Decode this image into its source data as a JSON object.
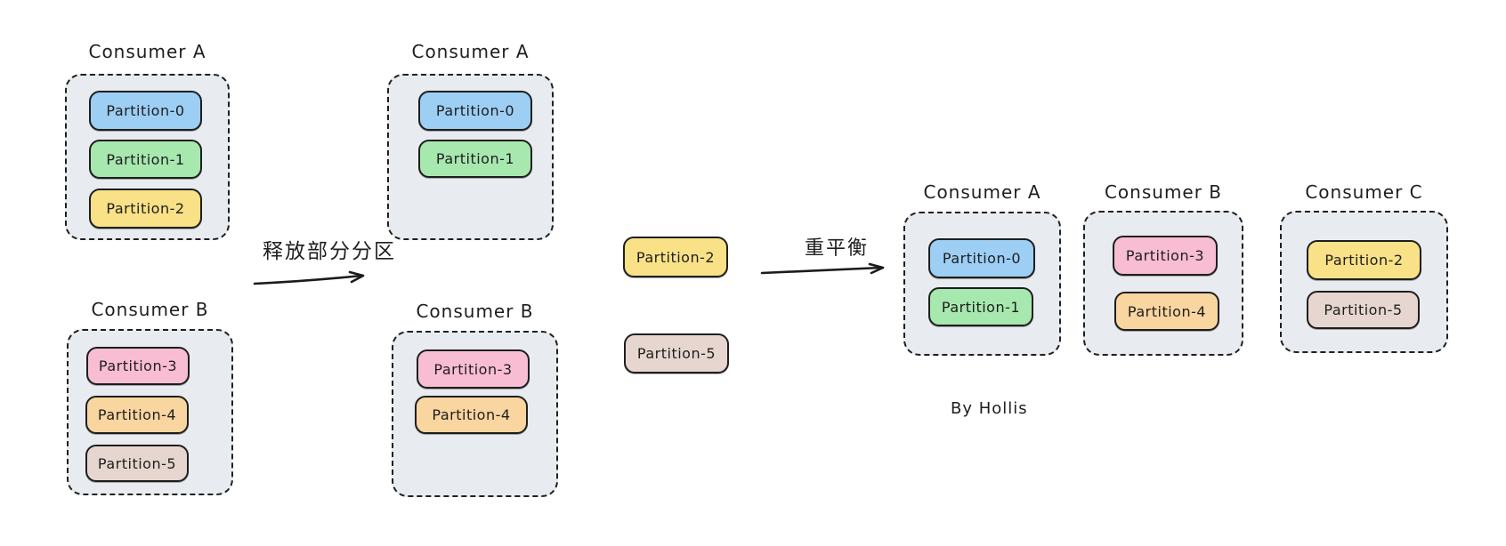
{
  "diagram": {
    "byline": "By Hollis",
    "arrows": {
      "release": {
        "label": "释放部分分区"
      },
      "rebalance": {
        "label": "重平衡"
      }
    },
    "stages": {
      "initial": {
        "consumer_a": {
          "title": "Consumer A",
          "partitions": [
            {
              "label": "Partition-0",
              "color": "blue"
            },
            {
              "label": "Partition-1",
              "color": "green"
            },
            {
              "label": "Partition-2",
              "color": "yellow"
            }
          ]
        },
        "consumer_b": {
          "title": "Consumer B",
          "partitions": [
            {
              "label": "Partition-3",
              "color": "pink"
            },
            {
              "label": "Partition-4",
              "color": "orange"
            },
            {
              "label": "Partition-5",
              "color": "tan"
            }
          ]
        }
      },
      "released": {
        "consumer_a": {
          "title": "Consumer A",
          "partitions": [
            {
              "label": "Partition-0",
              "color": "blue"
            },
            {
              "label": "Partition-1",
              "color": "green"
            }
          ]
        },
        "consumer_b": {
          "title": "Consumer B",
          "partitions": [
            {
              "label": "Partition-3",
              "color": "pink"
            },
            {
              "label": "Partition-4",
              "color": "orange"
            }
          ]
        },
        "unassigned": [
          {
            "label": "Partition-2",
            "color": "yellow"
          },
          {
            "label": "Partition-5",
            "color": "tan"
          }
        ]
      },
      "rebalanced": {
        "consumer_a": {
          "title": "Consumer A",
          "partitions": [
            {
              "label": "Partition-0",
              "color": "blue"
            },
            {
              "label": "Partition-1",
              "color": "green"
            }
          ]
        },
        "consumer_b": {
          "title": "Consumer B",
          "partitions": [
            {
              "label": "Partition-3",
              "color": "pink"
            },
            {
              "label": "Partition-4",
              "color": "orange"
            }
          ]
        },
        "consumer_c": {
          "title": "Consumer C",
          "partitions": [
            {
              "label": "Partition-2",
              "color": "yellow"
            },
            {
              "label": "Partition-5",
              "color": "tan"
            }
          ]
        }
      }
    }
  },
  "colors": {
    "blue": "#9DCEF4",
    "green": "#A7E8AF",
    "yellow": "#F8E186",
    "pink": "#F9BDD3",
    "orange": "#F9D5A0",
    "tan": "#E7D6CF",
    "box_bg": "#E8EBEF",
    "ink": "#1E1E1E"
  }
}
